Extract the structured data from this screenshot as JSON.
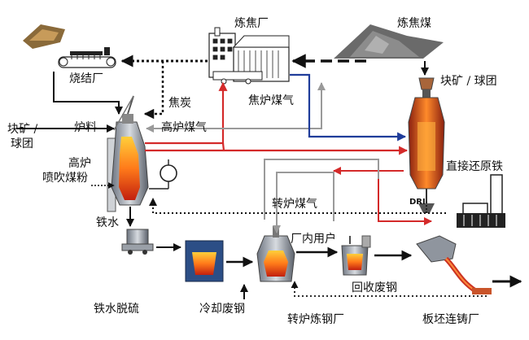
{
  "labels": {
    "sinter_plant": "烧结厂",
    "coke_plant": "炼焦厂",
    "coking_coal": "炼焦煤",
    "ore_pellets_right": "块矿 / 球团",
    "coke": "焦炭",
    "coke_oven_gas": "焦炉煤气",
    "ore_pellets_left_1": "块矿 /",
    "ore_pellets_left_2": "球团",
    "burden": "炉料",
    "bf_gas": "高炉煤气",
    "pci_1": "高炉",
    "pci_2": "喷吹煤粉",
    "dri_full": "直接还原铁",
    "dri_short": "DRI",
    "hot_metal": "铁水",
    "bof_gas": "转炉煤气",
    "inplant_users": "厂内用户",
    "scrap_recycle": "回收废钢",
    "hm_desulf": "铁水脱硫",
    "cooling_scrap": "冷却废钢",
    "bof_plant": "转炉炼钢厂",
    "slab_caster": "板坯连铸厂"
  },
  "colors": {
    "red_line": "#d42a2a",
    "blue_line": "#1f3c9a",
    "gray_line": "#9a9a9a",
    "black_line": "#111111",
    "molten": "#e85a1a"
  }
}
